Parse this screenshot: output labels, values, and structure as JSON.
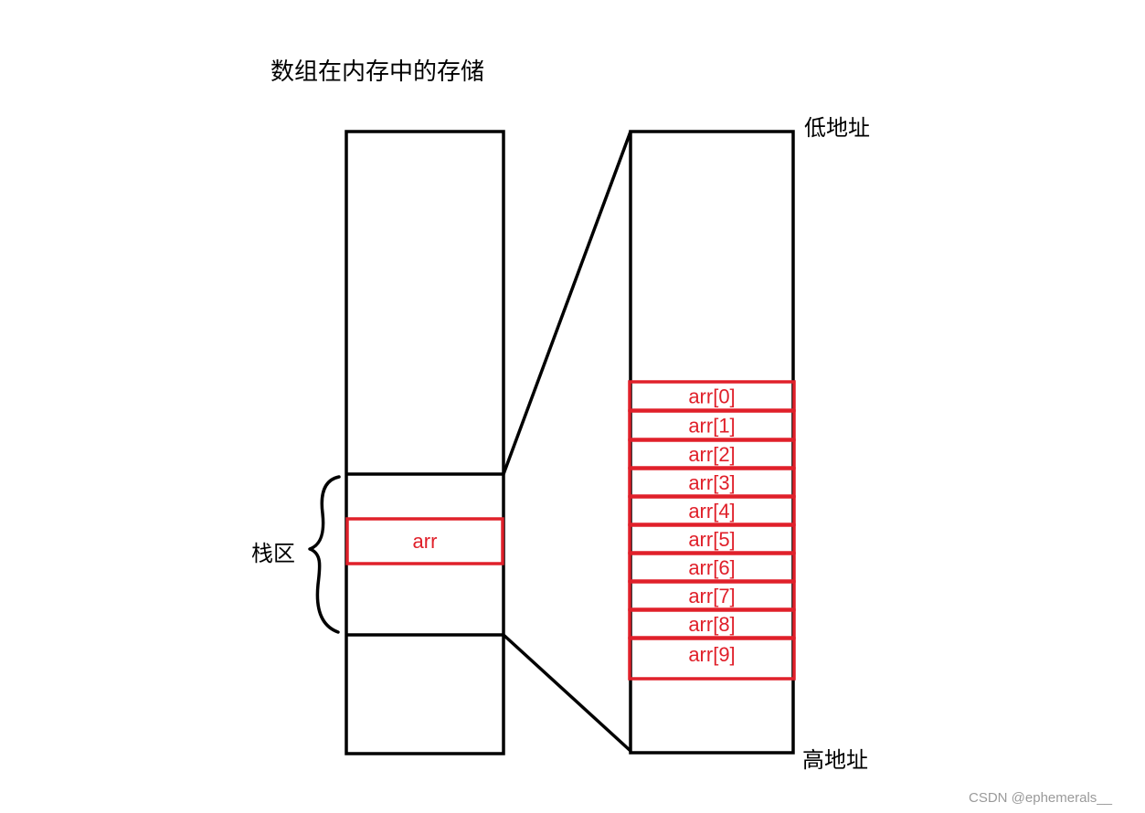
{
  "title": "数组在内存中的存储",
  "stack_region_label": "栈区",
  "low_address_label": "低地址",
  "high_address_label": "高地址",
  "array_variable_label": "arr",
  "elements": [
    "arr[0]",
    "arr[1]",
    "arr[2]",
    "arr[3]",
    "arr[4]",
    "arr[5]",
    "arr[6]",
    "arr[7]",
    "arr[8]",
    "arr[9]"
  ],
  "watermark": "CSDN @ephemerals__",
  "colors": {
    "outline": "#000000",
    "highlight": "#e0202a",
    "watermark": "#9a9a9a"
  }
}
